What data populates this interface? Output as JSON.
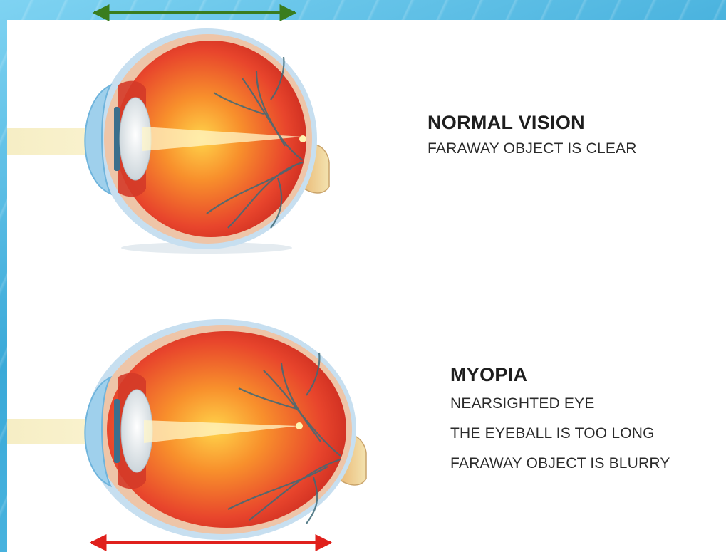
{
  "normal": {
    "title": "NORMAL VISION",
    "lines": [
      "FARAWAY OBJECT IS CLEAR"
    ],
    "arrow_color": "#3a7d1e"
  },
  "myopia": {
    "title": "MYOPIA",
    "lines": [
      "NEARSIGHTED EYE",
      "THE EYEBALL IS TOO LONG",
      "FARAWAY OBJECT IS BLURRY"
    ],
    "arrow_color": "#e0201c"
  },
  "colors": {
    "eyeball": "#e8452c",
    "sclera": "#b9d6ea",
    "lens": "#e8eef2",
    "cornea": "#9fd0ec",
    "vessel": "#3e6a78",
    "light_beam": "#f7f0cc",
    "optic_nerve": "#e8d49a"
  },
  "icons": [
    "double-arrow-icon",
    "eye-cross-section-icon"
  ]
}
